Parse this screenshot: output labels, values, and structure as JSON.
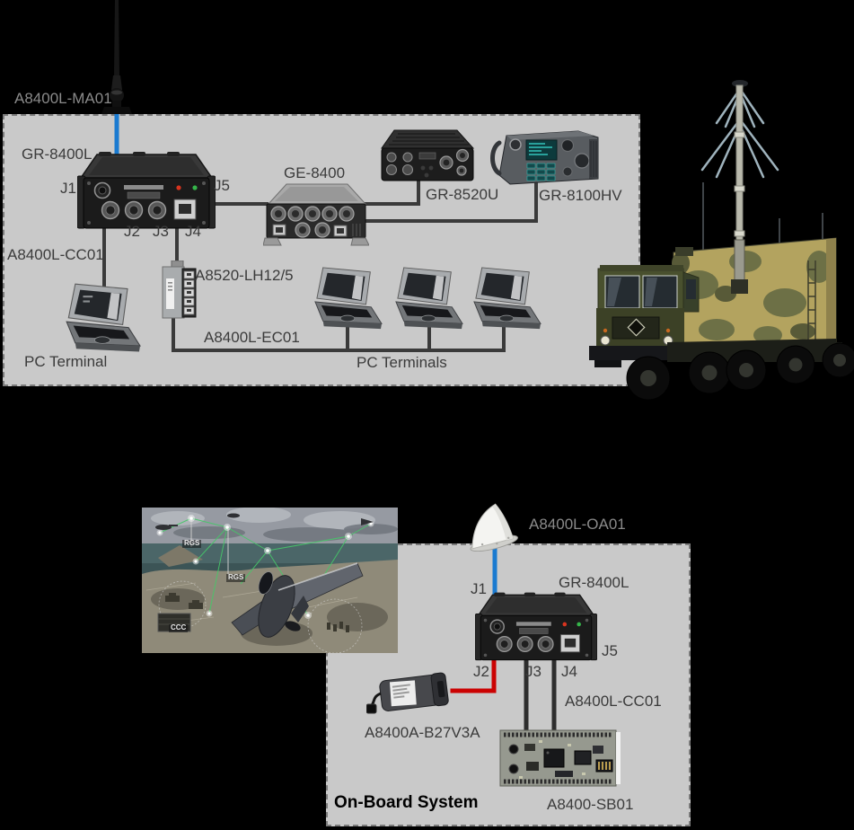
{
  "colors": {
    "background": "#000000",
    "panel": "#c9c9c9",
    "wire": "#3a3a3a",
    "antenna_cable": "#1a7ad0",
    "power_cable": "#cb0202",
    "label_dark": "#3b3b3b",
    "label_gray": "#8a8a8a"
  },
  "vehicle_system": {
    "mast_antenna_label": "A8400L-MA01",
    "radio_label": "GR-8400L",
    "port_j1": "J1",
    "port_j2": "J2",
    "port_j3": "J3",
    "port_j4": "J4",
    "port_j5": "J5",
    "pc_cable_label": "A8400L-CC01",
    "pc_terminal_label": "PC Terminal",
    "extension_unit_label": "GE-8400",
    "uhf_radio_label": "GR-8520U",
    "hf_radio_label": "GR-8100HV",
    "lan_switch_label": "A8520-LH12/5",
    "ethernet_cable_label": "A8400L-EC01",
    "pc_terminals_label": "PC Terminals"
  },
  "onboard_system": {
    "title": "On-Board System",
    "blade_antenna_label": "A8400L-OA01",
    "radio_label": "GR-8400L",
    "port_j1": "J1",
    "port_j2": "J2",
    "port_j3": "J3",
    "port_j4": "J4",
    "port_j5": "J5",
    "battery_label": "A8400A-B27V3A",
    "control_cable_label": "A8400L-CC01",
    "board_label": "A8400-SB01"
  },
  "scene_overlay": {
    "rgs_label_1": "RGS",
    "rgs_label_2": "RGS",
    "ccc_label": "CCC"
  }
}
